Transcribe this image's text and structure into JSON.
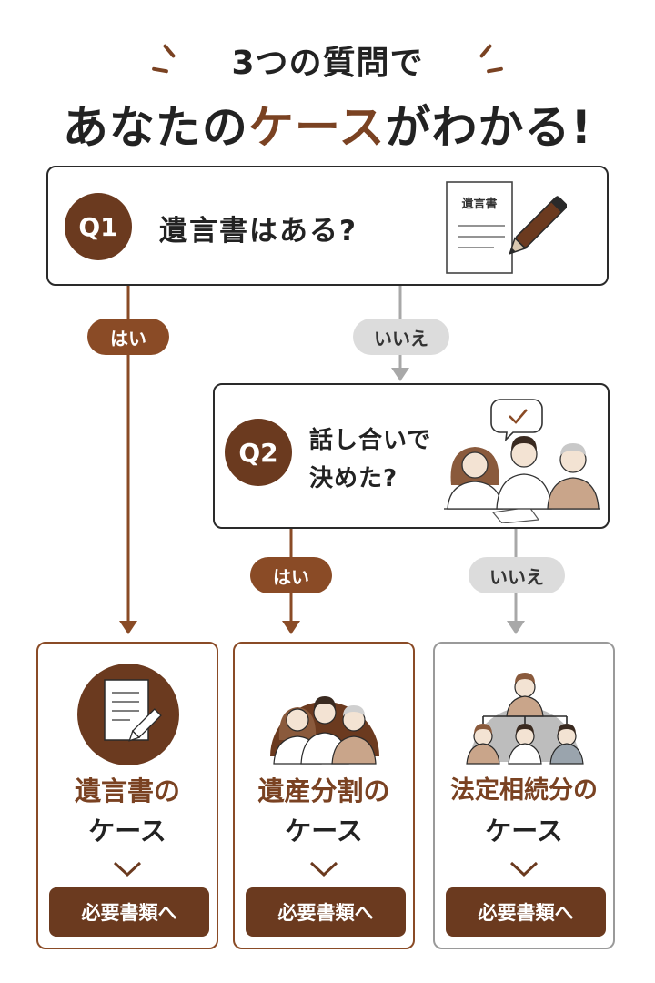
{
  "title": {
    "line1": "3つの質問で",
    "line2_pre": "あなたの",
    "line2_highlight": "ケース",
    "line2_post": "がわかる!"
  },
  "q1": {
    "badge": "Q1",
    "text": "遺言書はある?",
    "doc_label": "遺言書",
    "yes": "はい",
    "no": "いいえ"
  },
  "q2": {
    "badge": "Q2",
    "text_line1": "話し合いで",
    "text_line2": "決めた?",
    "yes": "はい",
    "no": "いいえ"
  },
  "results": [
    {
      "title": "遺言書の",
      "subtitle": "ケース",
      "button": "必要書類へ"
    },
    {
      "title": "遺産分割の",
      "subtitle": "ケース",
      "button": "必要書類へ"
    },
    {
      "title": "法定相続分の",
      "subtitle": "ケース",
      "button": "必要書類へ"
    }
  ],
  "colors": {
    "accent_brown": "#7a4222",
    "dark_brown": "#6b3a1f",
    "gray": "#9a9a9a"
  }
}
